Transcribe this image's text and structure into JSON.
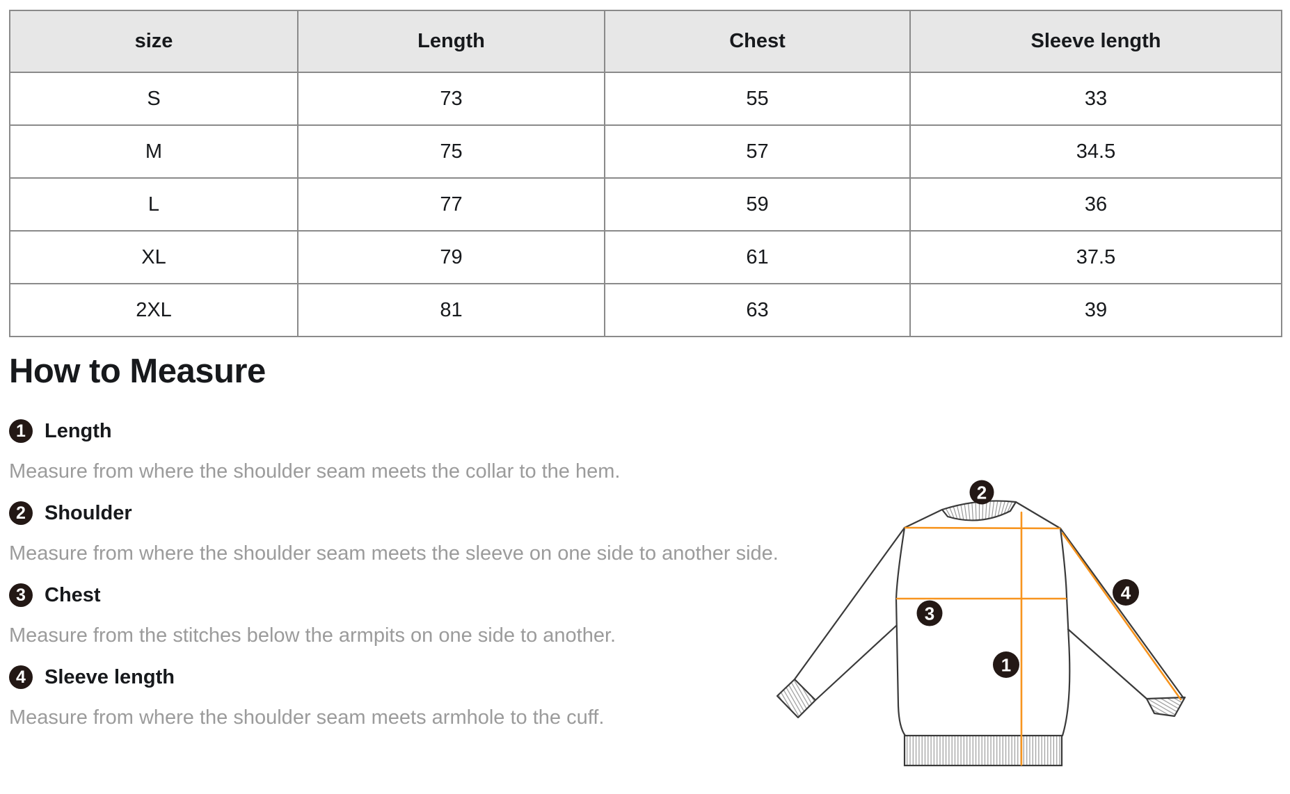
{
  "table": {
    "headers": [
      "size",
      "Length",
      "Chest",
      "Sleeve length"
    ],
    "rows": [
      [
        "S",
        "73",
        "55",
        "33"
      ],
      [
        "M",
        "75",
        "57",
        "34.5"
      ],
      [
        "L",
        "77",
        "59",
        "36"
      ],
      [
        "XL",
        "79",
        "61",
        "37.5"
      ],
      [
        "2XL",
        "81",
        "63",
        "39"
      ]
    ]
  },
  "section": {
    "title": "How to Measure",
    "items": [
      {
        "num": "1",
        "label": "Length",
        "desc": "Measure from where the shoulder seam meets the collar to the hem."
      },
      {
        "num": "2",
        "label": "Shoulder",
        "desc": "Measure from where the shoulder seam meets the sleeve on one side to another side."
      },
      {
        "num": "3",
        "label": "Chest",
        "desc": "Measure from the stitches below the armpits on one side to another."
      },
      {
        "num": "4",
        "label": "Sleeve length",
        "desc": "Measure from where the shoulder seam meets armhole to the cuff."
      }
    ]
  },
  "diagram": {
    "badges": [
      {
        "num": "1"
      },
      {
        "num": "2"
      },
      {
        "num": "3"
      },
      {
        "num": "4"
      }
    ],
    "colors": {
      "measure_line": "#F7941E",
      "outline": "#3a3a3a",
      "rib": "#999999",
      "badge_bg": "#231815",
      "badge_text": "#ffffff"
    }
  },
  "colors": {
    "table_border": "#8a8a8a",
    "header_bg": "#e7e7e7",
    "text": "#17191c",
    "muted_text": "#9b9b9b"
  }
}
